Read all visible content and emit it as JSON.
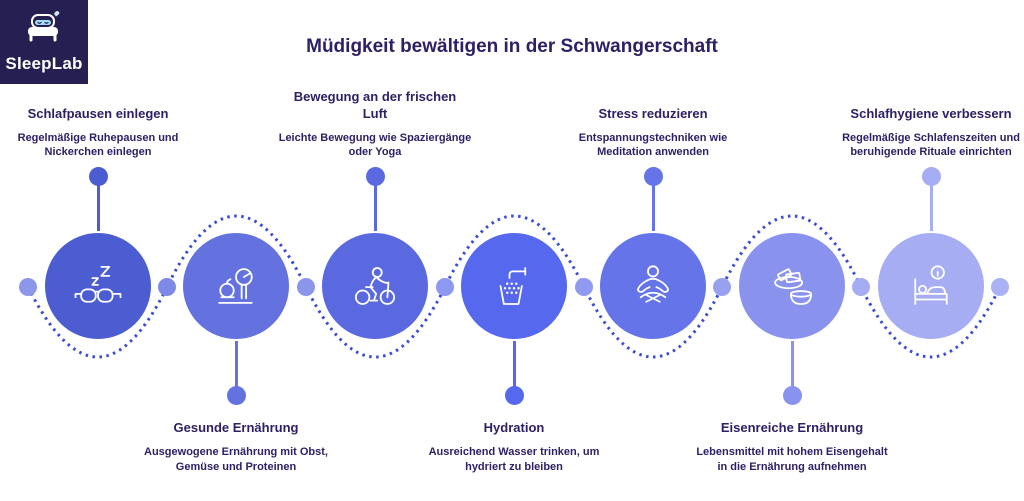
{
  "theme": {
    "background": "#ffffff",
    "ink": "#2b2266",
    "logo_bg": "#252051",
    "dash_color": "#3a4cd2"
  },
  "logo": {
    "text": "SleepLab",
    "icon": "bed-heart-icon"
  },
  "title": {
    "text": "Müdigkeit bewältigen in der Schwangerschaft"
  },
  "items": [
    {
      "heading": "Schlafpausen einlegen",
      "description": "Regelmäßige Ruhepausen und Nickerchen einlegen",
      "icon": "sleep-mask-icon",
      "position": "top",
      "circle_color": "#4c5dd1"
    },
    {
      "heading": "Gesunde Ernährung",
      "description": "Ausgewogene Ernährung mit Obst, Gemüse und Proteinen",
      "icon": "apple-scale-icon",
      "position": "bottom",
      "circle_color": "#6372de"
    },
    {
      "heading": "Bewegung an der frischen Luft",
      "description": "Leichte Bewegung wie Spaziergänge oder Yoga",
      "icon": "cycling-icon",
      "position": "top",
      "circle_color": "#5a69e0"
    },
    {
      "heading": "Hydration",
      "description": "Ausreichend Wasser trinken, um hydriert zu bleiben",
      "icon": "faucet-water-icon",
      "position": "bottom",
      "circle_color": "#5568ee"
    },
    {
      "heading": "Stress reduzieren",
      "description": "Entspannungstechniken wie Meditation anwenden",
      "icon": "meditation-icon",
      "position": "top",
      "circle_color": "#6574e8"
    },
    {
      "heading": "Eisenreiche Ernährung",
      "description": "Lebensmittel mit hohem Eisengehalt in die Ernährung aufnehmen",
      "icon": "iron-food-icon",
      "position": "bottom",
      "circle_color": "#8993ee"
    },
    {
      "heading": "Schlafhygiene verbessern",
      "description": "Regelmäßige Schlafenszeiten und beruhigende Rituale einrichten",
      "icon": "sleeping-bed-icon",
      "position": "top",
      "circle_color": "#a6adf3"
    }
  ],
  "connector": {
    "mid_dot_colors": [
      "#8d97ea",
      "#7e89e6",
      "#8b95ea",
      "#8d99f0",
      "#8f9af0",
      "#97a1f0",
      "#a5acf3",
      "#aab1f4"
    ]
  }
}
